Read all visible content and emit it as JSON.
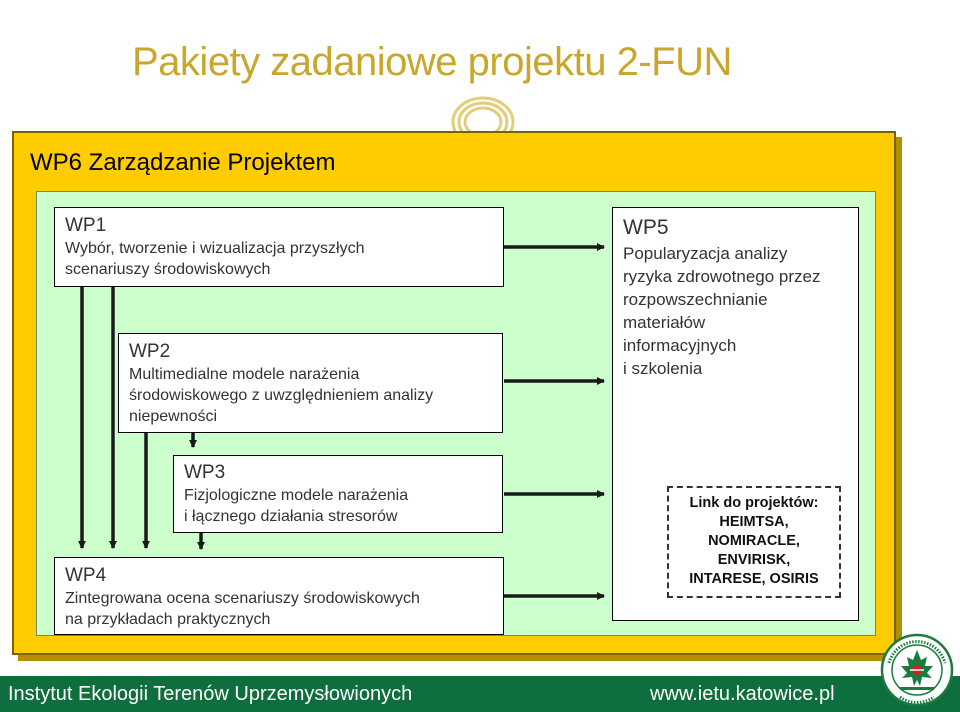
{
  "title": "Pakiety zadaniowe projektu 2-FUN",
  "wp6_label": "WP6 Zarządzanie Projektem",
  "wp1": {
    "code": "WP1",
    "lines": [
      "Wybór, tworzenie i wizualizacja przyszłych",
      "scenariuszy środowiskowych"
    ]
  },
  "wp2": {
    "code": "WP2",
    "lines": [
      "Multimedialne modele narażenia",
      "środowiskowego z uwzględnieniem analizy",
      "niepewności"
    ]
  },
  "wp3": {
    "code": "WP3",
    "lines": [
      "Fizjologiczne modele narażenia",
      "i łącznego działania stresorów"
    ]
  },
  "wp4": {
    "code": "WP4",
    "lines": [
      "Zintegrowana ocena scenariuszy środowiskowych",
      "na przykładach praktycznych"
    ]
  },
  "wp5": {
    "code": "WP5",
    "lines": [
      "Popularyzacja analizy",
      "ryzyka zdrowotnego przez",
      "rozpowszechnianie",
      "materiałów",
      "informacyjnych",
      "i szkolenia"
    ]
  },
  "links": {
    "lines": [
      "Link do projektów:",
      "HEIMTSA,",
      "NOMIRACLE,",
      "ENVIRISK,",
      "INTARESE, OSIRIS"
    ]
  },
  "footer": {
    "left": "Instytut Ekologii Terenów Uprzemysłowionych",
    "right": "www.ietu.katowice.pl"
  },
  "logo": {
    "arc_text": "INSTYTUT EKOLOGII TERENÓW UPRZEMYSŁOWIONYCH",
    "bottom_text": "KATOWICE"
  },
  "colors": {
    "title": "#c9a62c",
    "outer_panel": "#ffcc00",
    "inner_panel": "#ccffcc",
    "footer_bg": "#0f6e3e",
    "logo_green": "#1b7a3e"
  }
}
